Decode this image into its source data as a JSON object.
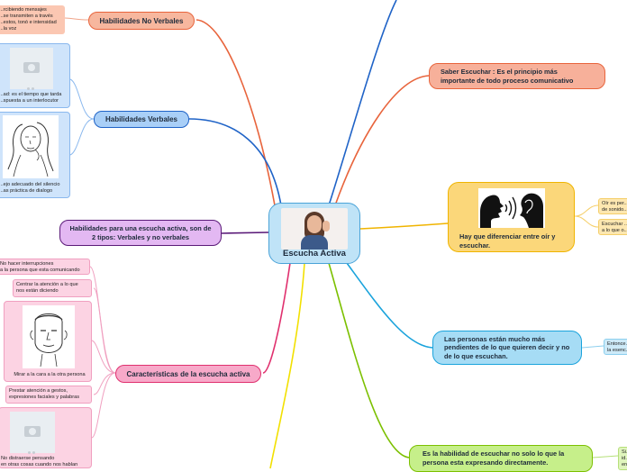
{
  "center": {
    "title": "Escucha Activa"
  },
  "branches": {
    "no_verbales": {
      "label": "Habilidades No Verbales",
      "note": "...rcibiendo mensajes\n...se transmiten a través\n...estos, tonó e intensidad\n...la voz"
    },
    "verbales": {
      "label": "Habilidades Verbales",
      "note_1": "...ad: es el tiempo que tarda\n...spuesta a un interlocutor",
      "note_2": "...ejo adecuado del silencio\n...as práctica de dialogo"
    },
    "dos_tipos": {
      "label": "Habilidades para una escucha activa, son de 2 tipos: Verbales y no verbales"
    },
    "caracteristicas": {
      "label": "Características de la escucha activa",
      "items": [
        "No hacer interrupciones\na la persona que esta comunicando",
        "Centrar la atención a lo que\nnos están diciendo",
        "Mirar a la cara a la otra persona",
        "Prestar atención a gestos,\nexpresiones faciales y palabras",
        "No distraerse pensando\nen otras cosas cuando nos hablan"
      ]
    },
    "saber_escuchar": {
      "label": "Saber Escuchar : Es el principio más importante de todo proceso comunicativo"
    },
    "diferenciar": {
      "label": "Hay que diferenciar entre oír y escuchar.",
      "sub_1": "Oír es per...\nde sonido...",
      "sub_2": "Escuchar ...\na lo que o..."
    },
    "personas": {
      "label": "Las personas están mucho más pendientes de lo que quieren decir y no de lo que escuchan.",
      "sub": "Entonce...\nla esenc..."
    },
    "habilidad": {
      "label": "Es la habilidad de escuchar no solo lo que la persona esta expresando directamente.",
      "sub": "Si...\nid...\nen..."
    }
  },
  "colors": {
    "center_fill": "#bfe3f7",
    "no_verbales": "#f7b79e",
    "verbales": "#a9cff7",
    "dos_tipos": "#e3b8f2",
    "caracteristicas": "#f7a9c9",
    "saber_escuchar": "#f7b09a",
    "diferenciar": "#fbd77a",
    "personas": "#a6dcf5",
    "habilidad": "#c6ef8a"
  }
}
